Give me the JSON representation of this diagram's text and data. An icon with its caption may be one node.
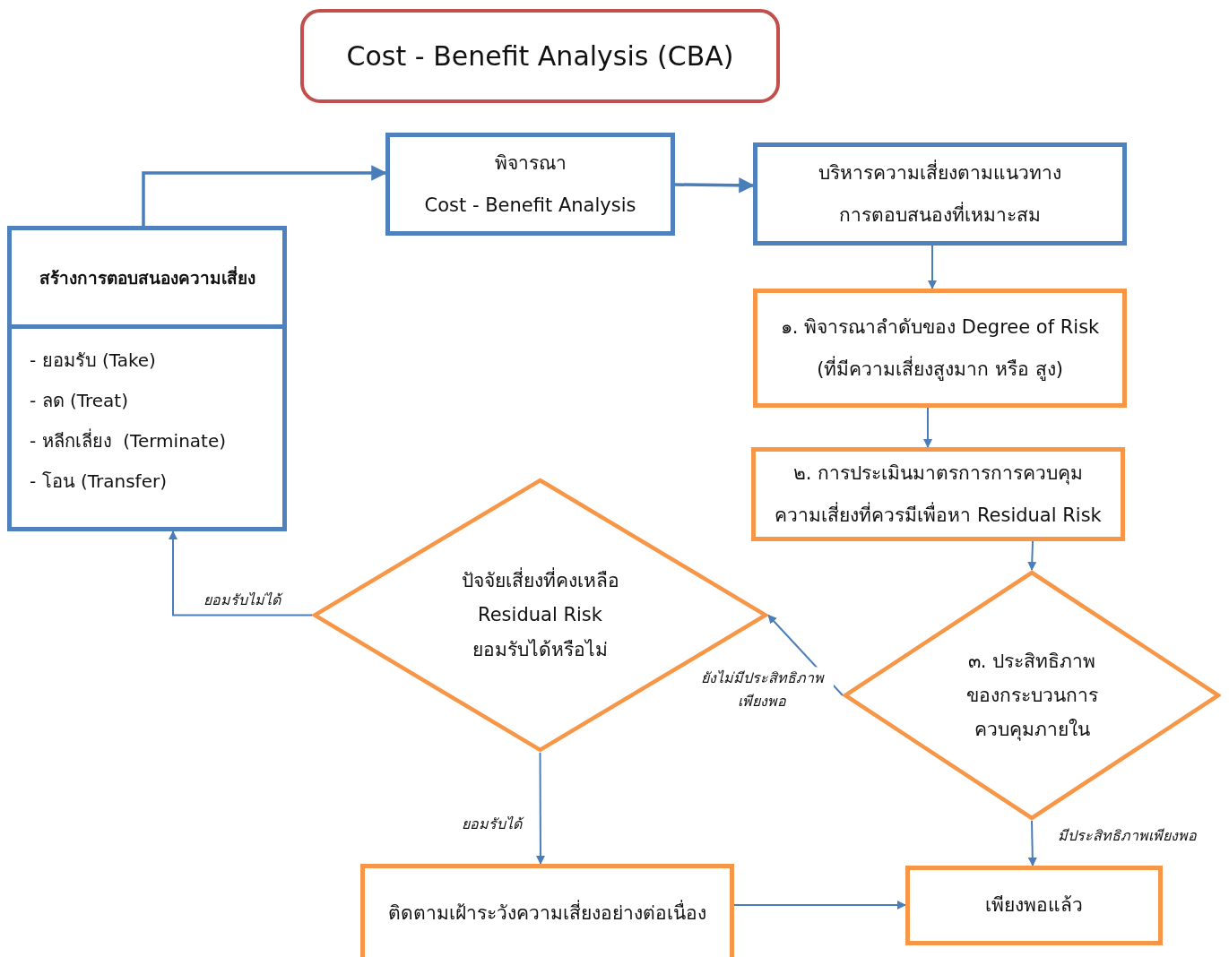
{
  "diagram": {
    "title": "Cost - Benefit Analysis (CBA)",
    "nodes": [
      {
        "text": [
          "สร้างการตอบสนองความเสี่ยง",
          "- ยอมรับ (Take)",
          "- ลด (Treat)",
          "- หลีกเลี่ยง  (Terminate)",
          "- โอน (Transfer)"
        ]
      },
      {
        "text": [
          "พิจารณา",
          "Cost - Benefit Analysis"
        ]
      },
      {
        "text": [
          "บริหารความเสี่ยงตามแนวทาง",
          "การตอบสนองที่เหมาะสม"
        ]
      },
      {
        "text": [
          "๑. พิจารณาลำดับของ Degree of Risk",
          "(ที่มีความเสี่ยงสูงมาก หรือ สูง)"
        ]
      },
      {
        "text": [
          "๒. การประเมินมาตรการการควบคุม",
          "ความเสี่ยงที่ควรมีเพื่อหา Residual Risk"
        ]
      },
      {
        "text": [
          "ปัจจัยเสี่ยงที่คงเหลือ",
          "Residual Risk",
          "ยอมรับได้หรือไม่"
        ]
      },
      {
        "text": [
          "๓. ประสิทธิภาพ",
          "ของกระบวนการ",
          "ควบคุมภายใน"
        ]
      },
      {
        "text": [
          "ติดตามเฝ้าระวังความเสี่ยงอย่างต่อเนื่อง"
        ]
      },
      {
        "text": [
          "เพียงพอแล้ว"
        ]
      }
    ],
    "edges": [
      {
        "from": 0,
        "to": 1,
        "arrow": "to"
      },
      {
        "from": 1,
        "to": 2,
        "arrow": "to"
      },
      {
        "from": 2,
        "to": 3,
        "arrow": "to"
      },
      {
        "from": 3,
        "to": 4,
        "arrow": "to"
      },
      {
        "from": 4,
        "to": 6,
        "arrow": "to"
      },
      {
        "from": 6,
        "to": 5,
        "arrow": "to",
        "label": "ยังไม่มีประสิทธิภาพ เพียงพอ"
      },
      {
        "from": 5,
        "to": 0,
        "arrow": "to",
        "label": "ยอมรับไม่ได้"
      },
      {
        "from": 5,
        "to": 7,
        "arrow": "to",
        "label": "ยอมรับได้"
      },
      {
        "from": 6,
        "to": 8,
        "arrow": "to",
        "label": "มีประสิทธิภาพเพียงพอ"
      },
      {
        "from": 7,
        "to": 8,
        "arrow": "to"
      }
    ]
  }
}
